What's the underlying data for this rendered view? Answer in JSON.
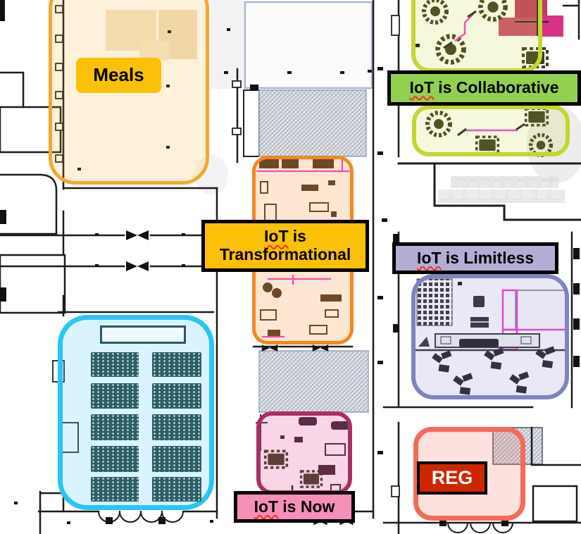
{
  "map": {
    "type": "event-floorplan",
    "labels": {
      "meals": "Meals",
      "collaborative": {
        "iot": "IoT",
        "rest": "is Collaborative"
      },
      "transformational": {
        "iot": "IoT",
        "rest": "is",
        "line2": "Transformational"
      },
      "limitless": {
        "iot": "IoT",
        "rest": "is Limitless"
      },
      "now": {
        "iot": "IoT",
        "rest": "is Now"
      },
      "reg": "REG"
    },
    "colors": {
      "meals_region_border": "#F5A72E",
      "meals_label_bg": "#FBC108",
      "collaborative_region_border": "#C4D631",
      "collaborative_label_bg": "#92D050",
      "transformational_region_border": "#F5871F",
      "transformational_label_bg": "#FBC108",
      "limitless_region_border": "#7D84C0",
      "limitless_label_bg": "#B4AED5",
      "general_session_region_border": "#2BC4F3",
      "now_region_border": "#AA2E63",
      "now_label_bg": "#F590B8",
      "reg_region_border": "#F26B5B",
      "reg_label_bg": "#CF2600",
      "reg_label_text": "#FFFFFF",
      "spellcheck_squiggle": "#FF2D16",
      "accent_magenta": "#F23CD8",
      "crimson_blocks": [
        "#C23A61",
        "#CB4C72",
        "#D63384"
      ]
    }
  }
}
